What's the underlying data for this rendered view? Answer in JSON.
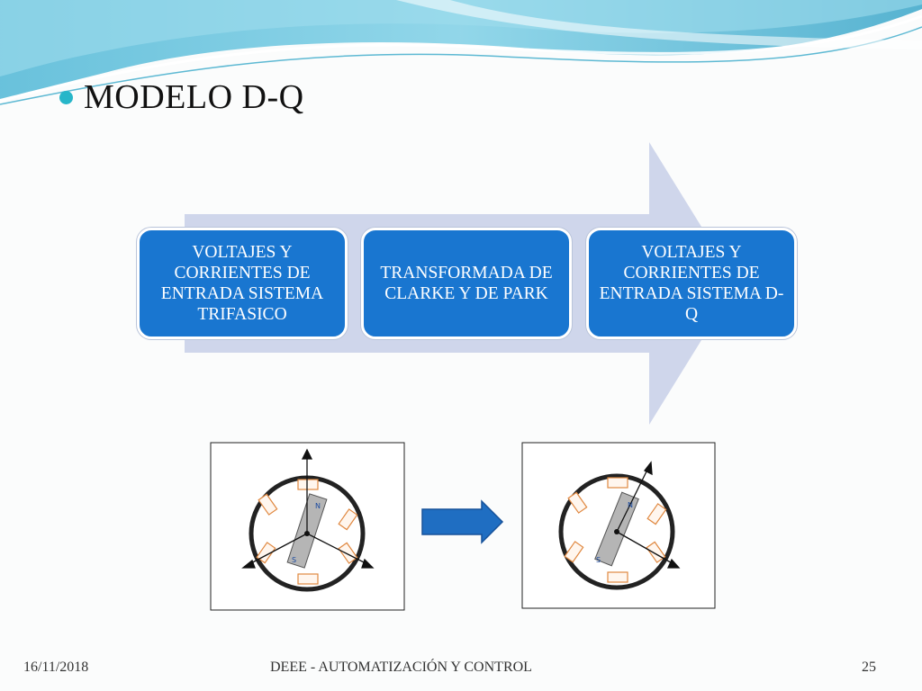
{
  "slide": {
    "title": "MODELO D-Q",
    "steps": [
      {
        "label": "VOLTAJES Y CORRIENTES DE ENTRADA SISTEMA TRIFASICO"
      },
      {
        "label": "TRANSFORMADA DE CLARKE Y DE PARK"
      },
      {
        "label": "VOLTAJES Y CORRIENTES DE ENTRADA SISTEMA D-Q"
      }
    ],
    "figures": {
      "left": {
        "rotor_north": "N",
        "rotor_south": "S"
      },
      "right": {
        "rotor_north": "N",
        "rotor_south": "S"
      }
    }
  },
  "footer": {
    "date": "16/11/2018",
    "center": "DEEE - AUTOMATIZACIÓN Y CONTROL",
    "page": "25"
  },
  "colors": {
    "accent": "#1976d0",
    "big_arrow": "#cfd6eb",
    "bullet": "#27b6c9",
    "stator_coil": "#e08840"
  }
}
